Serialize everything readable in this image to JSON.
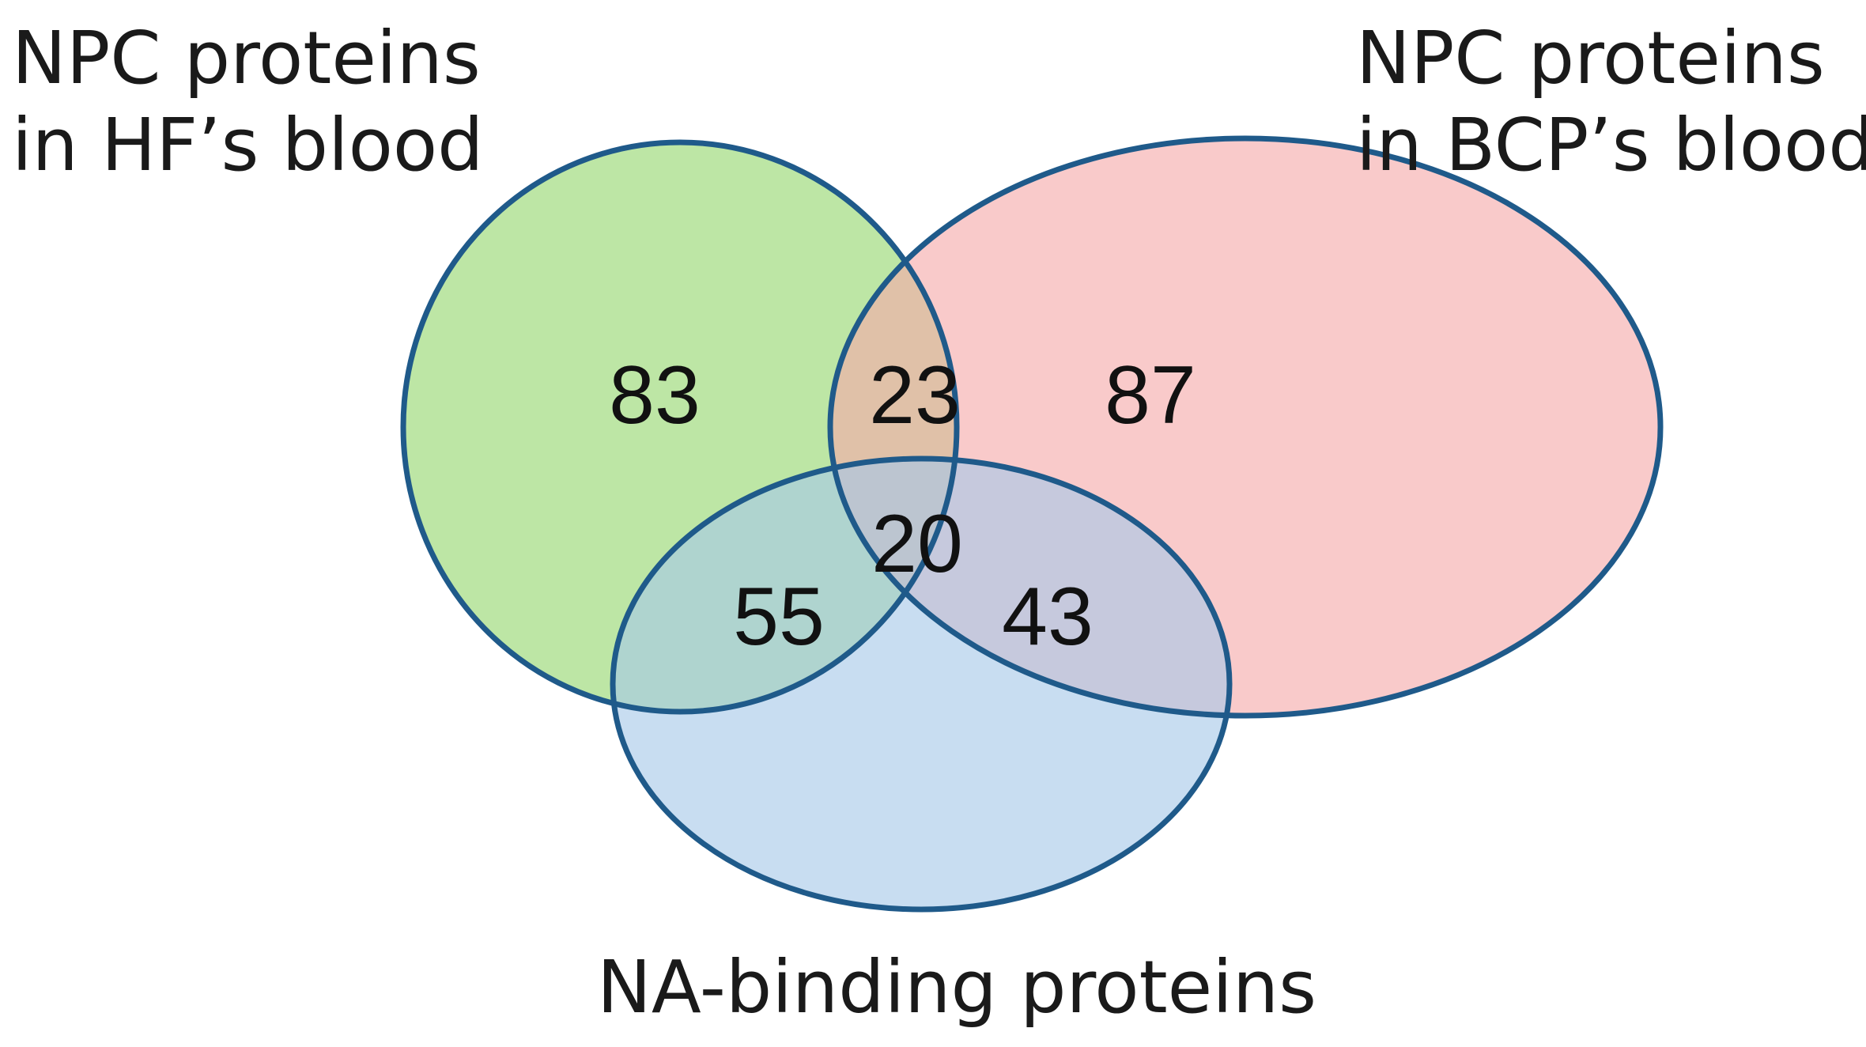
{
  "sets": [
    {
      "id": "hf",
      "label_lines": [
        "NPC proteins",
        "in HF’s blood"
      ],
      "fill": "#a3dd82",
      "fill_opacity": 0.72
    },
    {
      "id": "bcp",
      "label_lines": [
        "NPC proteins",
        "in BCP’s blood"
      ],
      "fill": "#f5a9a9",
      "fill_opacity": 0.62
    },
    {
      "id": "na",
      "label_lines": [
        "NA-binding proteins"
      ],
      "fill": "#a7c8e8",
      "fill_opacity": 0.62
    }
  ],
  "outline_color": "#1f5a8a",
  "regions": [
    {
      "id": "hf-only",
      "sets": [
        "hf"
      ],
      "value": "83"
    },
    {
      "id": "hf-bcp",
      "sets": [
        "hf",
        "bcp"
      ],
      "value": "23"
    },
    {
      "id": "bcp-only",
      "sets": [
        "bcp"
      ],
      "value": "87"
    },
    {
      "id": "hf-bcp-na",
      "sets": [
        "hf",
        "bcp",
        "na"
      ],
      "value": "20"
    },
    {
      "id": "hf-na",
      "sets": [
        "hf",
        "na"
      ],
      "value": "55"
    },
    {
      "id": "bcp-na",
      "sets": [
        "bcp",
        "na"
      ],
      "value": "43"
    }
  ]
}
